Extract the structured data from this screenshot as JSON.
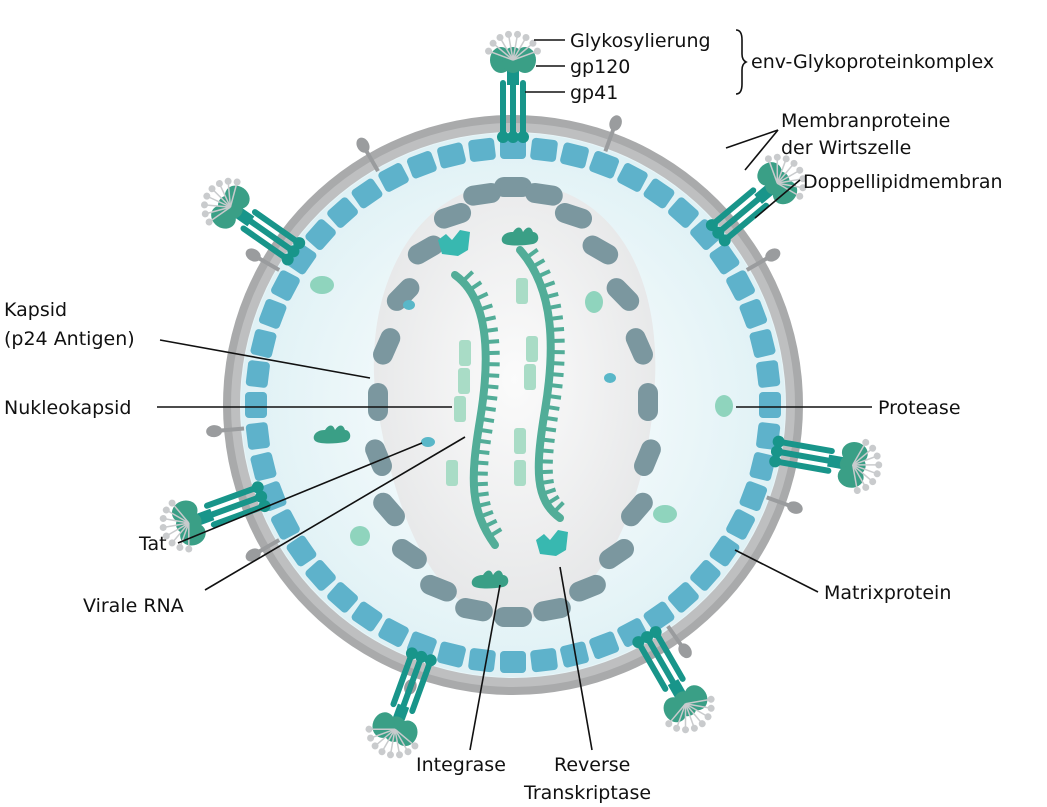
{
  "title": "HIV virion structure",
  "colors": {
    "membrane": "#a7a7a8",
    "membrane_dark": "#8f9193",
    "matrix": "#5eb2cb",
    "interior": "#e8f5f8",
    "capsid": "#7b979f",
    "capsid_interior": "#f1f2f3",
    "rna": "#52ad98",
    "nucleocapsid": "#a9dcc6",
    "glycoprotein": "#3a9f86",
    "gp41": "#18958a",
    "glycan": "#c9cbcd",
    "enzyme_teal": "#38b8b0",
    "protease": "#8fd4bd",
    "tat": "#59b7c8",
    "host_protein": "#9a9c9e",
    "text": "#111111"
  },
  "labels": {
    "glykosylierung": "Glykosylierung",
    "gp120": "gp120",
    "gp41": "gp41",
    "env_complex": "env-Glykoproteinkomplex",
    "membranproteine_1": "Membranproteine",
    "membranproteine_2": "der Wirtszelle",
    "doppellipidmembran": "Doppellipidmembran",
    "kapsid_1": "Kapsid",
    "kapsid_2": "(p24 Antigen)",
    "nukleokapsid": "Nukleokapsid",
    "protease": "Protease",
    "tat": "Tat",
    "virale_rna": "Virale RNA",
    "matrixprotein": "Matrixprotein",
    "integrase": "Integrase",
    "reverse_1": "Reverse",
    "reverse_2": "Transkriptase"
  }
}
